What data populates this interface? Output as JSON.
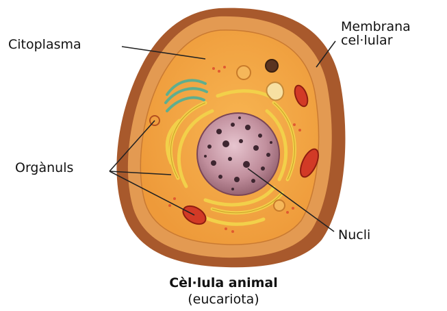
{
  "labels": {
    "cytoplasm": "Citoplasma",
    "membrane_line1": "Membrana",
    "membrane_line2": "cel·lular",
    "organelles": "Orgànuls",
    "nucleus": "Nucli"
  },
  "caption": {
    "title": "Cèl·lula animal",
    "subtitle": "(eucariota)"
  },
  "colors": {
    "membrane": "#a8592c",
    "outer_cytoplasm": "#e39a4f",
    "cytoplasm": "#f3a742",
    "golgi": "#5fae8e",
    "er": "#f2d04a",
    "nucleus": "#b57f8e",
    "mitochondria": "#d23a26",
    "leader_lines": "#222222"
  }
}
